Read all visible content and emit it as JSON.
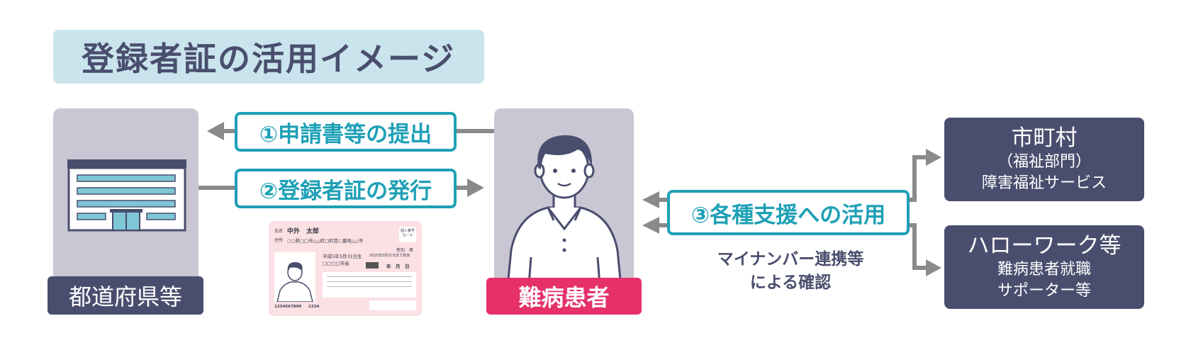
{
  "title": "登録者証の活用イメージ",
  "prefecture_label": "都道府県等",
  "patient_label": "難病患者",
  "steps": {
    "step1": "①申請書等の提出",
    "step2": "②登録者証の発行",
    "step3": "③各種支援への活用"
  },
  "mynumber_note": {
    "line1": "マイナンバー連携等",
    "line2": "による確認"
  },
  "destinations": [
    {
      "title": "市町村",
      "line1": "（福祉部門）",
      "line2": "障害福祉サービス"
    },
    {
      "title": "ハローワーク等",
      "line1": "難病患者就職",
      "line2": "サポーター等"
    }
  ],
  "card": {
    "name_label": "氏名",
    "name": "中外　太郎",
    "address_label": "住所",
    "address": "○○県□□市△△町□町目○番地△△号",
    "badge": "個人番号カード",
    "sex_label": "性別　男",
    "birth": "平成5年3月31日生",
    "expiry": "2025年3月31日まで有効",
    "issuer": "□□□□市長",
    "date": "年　月　日",
    "number": "1234567890",
    "code": "1234"
  },
  "colors": {
    "navy": "#4a4e6e",
    "teal": "#1ea0b6",
    "pink": "#e5306a",
    "panel": "#c9c7d3",
    "title_bg": "#c9e4ec"
  }
}
